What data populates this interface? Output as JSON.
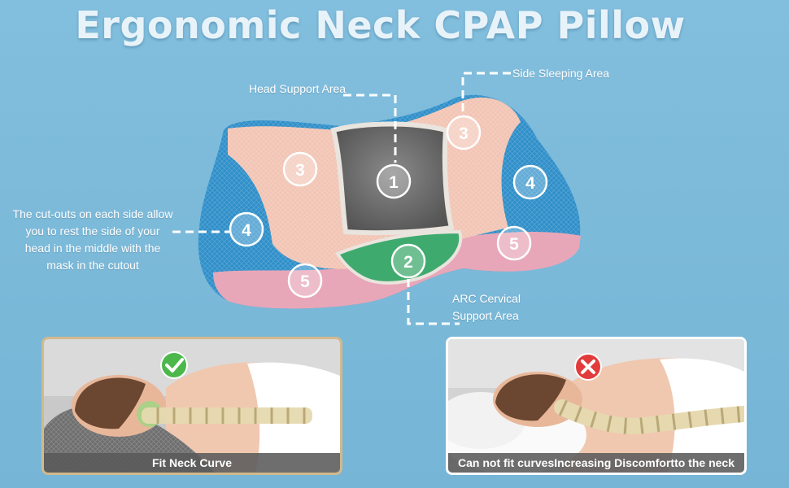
{
  "title": "Ergonomic Neck CPAP Pillow",
  "callouts": {
    "head_support": "Head Support Area",
    "side_sleeping": "Side Sleeping Area",
    "cutout_line1": "The cut-outs on each side allow",
    "cutout_line2": "you to rest the side of your",
    "cutout_line3": "head in the middle with the",
    "cutout_line4": "mask in the cutout",
    "arc_line1": "ARC Cervical",
    "arc_line2": "Support Area"
  },
  "zones": {
    "z1": "1",
    "z2": "2",
    "z3a": "3",
    "z3b": "3",
    "z4a": "4",
    "z4b": "4",
    "z5a": "5",
    "z5b": "5"
  },
  "panels": {
    "good_caption": "Fit Neck Curve",
    "bad_caption": "Can not fit curvesIncreasing Discomfortto the neck",
    "good_icon": "check-icon",
    "bad_icon": "x-icon"
  },
  "colors": {
    "background": "#7ab8d8",
    "zone_pink": "#f2c4b4",
    "zone_gray": "#6b6b6b",
    "zone_green": "#3faa6e",
    "zone_blue": "#2f8fc9",
    "zone_rose": "#e7a7b8",
    "check": "#4cb84c",
    "cross": "#e23b3b"
  }
}
